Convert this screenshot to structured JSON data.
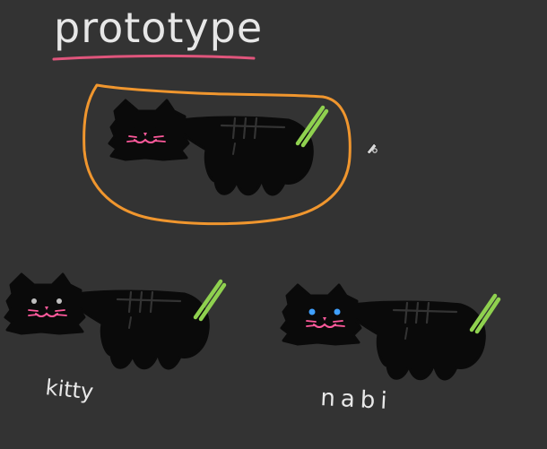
{
  "slide": {
    "title": "prototype",
    "cat_labels": {
      "left": "kitty",
      "right": "nabi"
    }
  },
  "colors": {
    "background": "#333333",
    "title_text": "#e7e7e7",
    "underline": "#e0557c",
    "outline_orange": "#f0962e",
    "cat_stroke": "#0a0a0a",
    "cat_face": "#ff5a9c",
    "kitty_eyes": "#bfbfbf",
    "nabi_eyes": "#3fa0ff",
    "tail_green": "#8fd14f",
    "label_text": "#e8e8e8"
  },
  "icons": {
    "cursor": "pen-cursor-icon"
  }
}
